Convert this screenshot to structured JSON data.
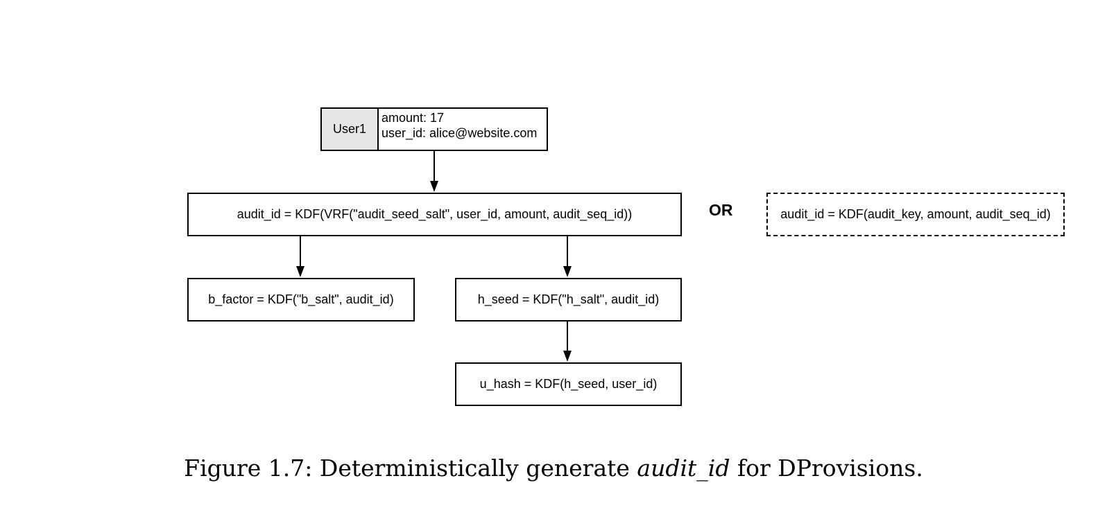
{
  "user": {
    "name": "User1",
    "amount_line": "amount: 17",
    "user_id_line": "user_id: alice@website.com"
  },
  "nodes": {
    "audit_id_vrf": "audit_id = KDF(VRF(\"audit_seed_salt\", user_id, amount, audit_seq_id))",
    "or_label": "OR",
    "audit_id_key": "audit_id = KDF(audit_key, amount, audit_seq_id)",
    "b_factor": "b_factor = KDF(\"b_salt\", audit_id)",
    "h_seed": "h_seed = KDF(\"h_salt\", audit_id)",
    "u_hash": "u_hash = KDF(h_seed, user_id)"
  },
  "caption": {
    "prefix": "Figure 1.7: Deterministically generate ",
    "term": "audit_id",
    "suffix": " for DProvisions."
  }
}
